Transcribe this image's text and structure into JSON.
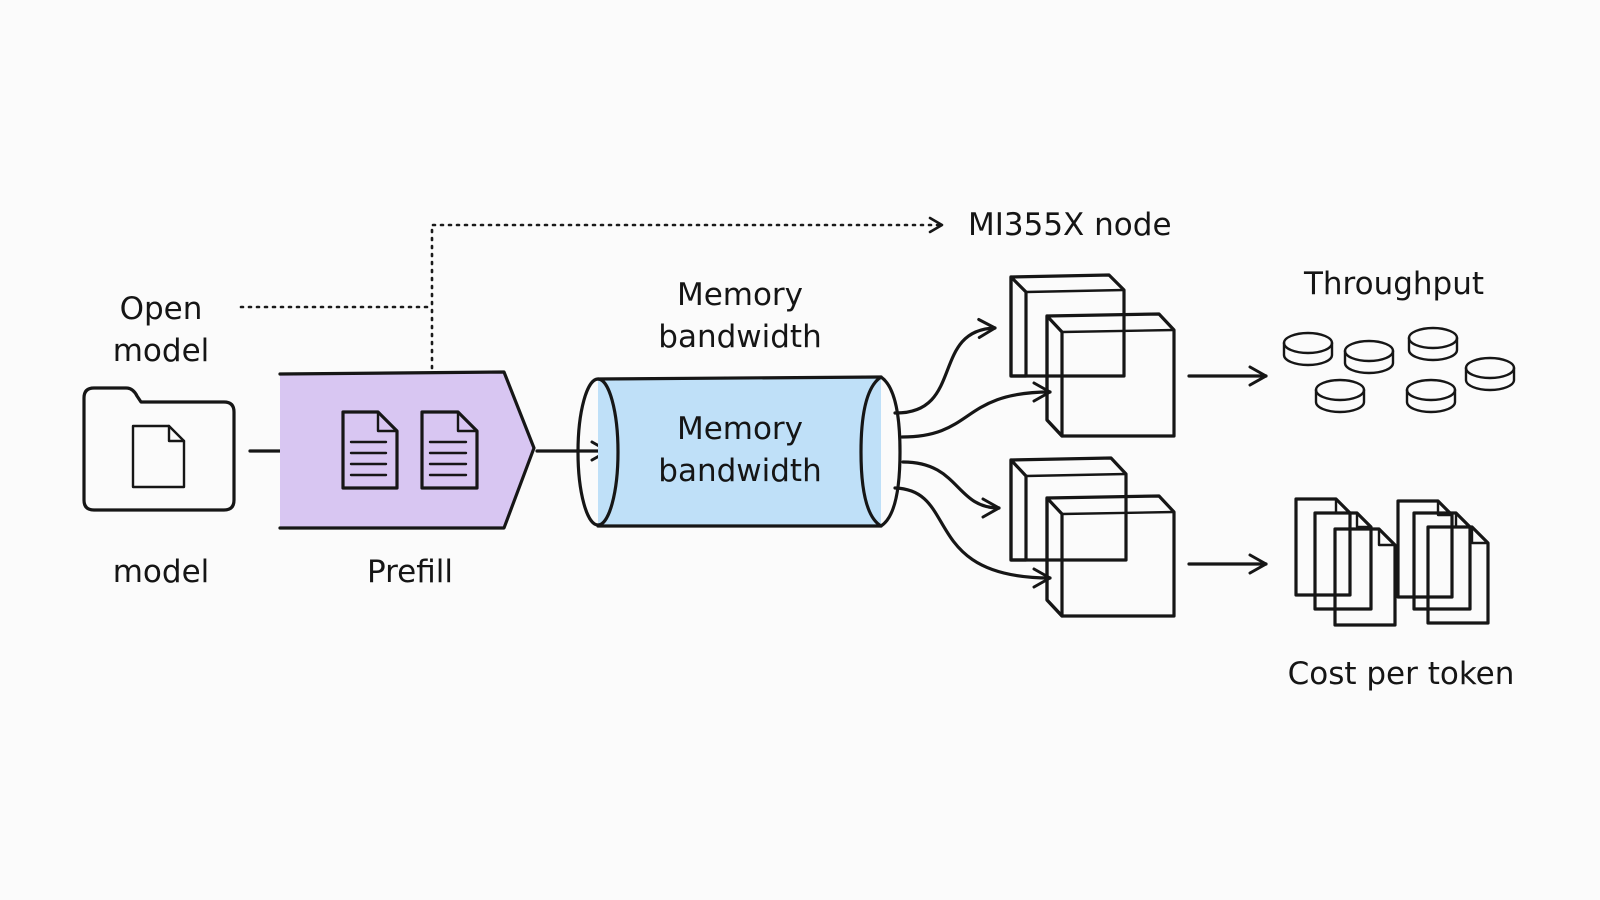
{
  "labels": {
    "open_model_line1": "Open",
    "open_model_line2": "model",
    "model": "model",
    "prefill": "Prefill",
    "memory_bandwidth_top_line1": "Memory",
    "memory_bandwidth_top_line2": "bandwidth",
    "memory_bandwidth_inner_line1": "Memory",
    "memory_bandwidth_inner_line2": "bandwidth",
    "mi355x_node": "MI355X node",
    "throughput": "Throughput",
    "cost_per_token": "Cost per token"
  },
  "colors": {
    "folder": "#f9df98",
    "prefill": "#d8c6f2",
    "pipe": "#bfe0f8",
    "pipe_cap": "#a6d2f3",
    "node": "#d2b3ef",
    "output": "#bfe6c3",
    "ink": "#161616"
  },
  "icons": {
    "folder": "folder-icon",
    "document": "document-icon",
    "pipe": "memory-pipe-icon",
    "gpu": "gpu-cube-icon",
    "coin": "coin-icon",
    "token_page": "token-page-icon"
  }
}
